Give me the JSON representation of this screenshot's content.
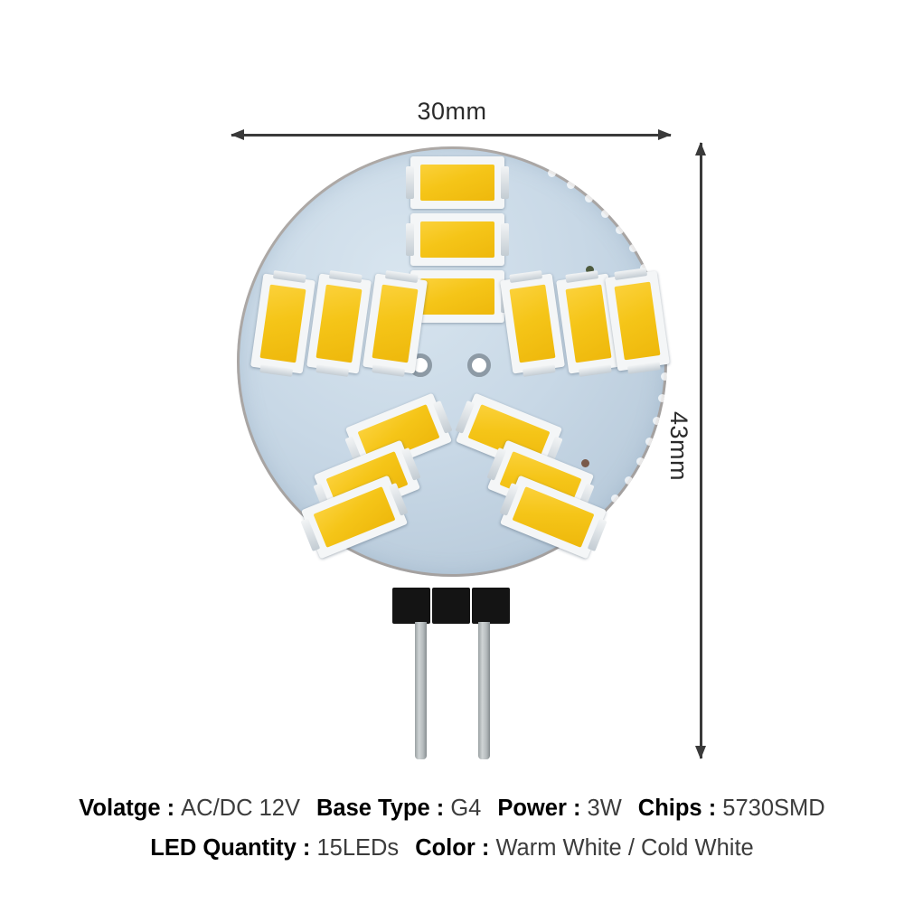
{
  "dimensions": {
    "width_label": "30mm",
    "height_label": "43mm"
  },
  "product": {
    "pcb_color": "#c8d8e6",
    "led_phosphor_color": "#f5c518",
    "led_package_color": "#f4f6f7",
    "base_block_color": "#141414",
    "pin_color": "#c0c6c8",
    "led_count": 15,
    "arms": 5,
    "leds_per_arm": 3,
    "mounting_holes": 2
  },
  "specs": {
    "line1": [
      {
        "key": "Volatge :",
        "value": "AC/DC 12V"
      },
      {
        "key": "Base Type :",
        "value": "G4"
      },
      {
        "key": "Power :",
        "value": "3W"
      },
      {
        "key": "Chips :",
        "value": "5730SMD"
      }
    ],
    "line2": [
      {
        "key": "LED Quantity :",
        "value": "15LEDs"
      },
      {
        "key": "Color :",
        "value": "Warm White / Cold White"
      }
    ]
  }
}
